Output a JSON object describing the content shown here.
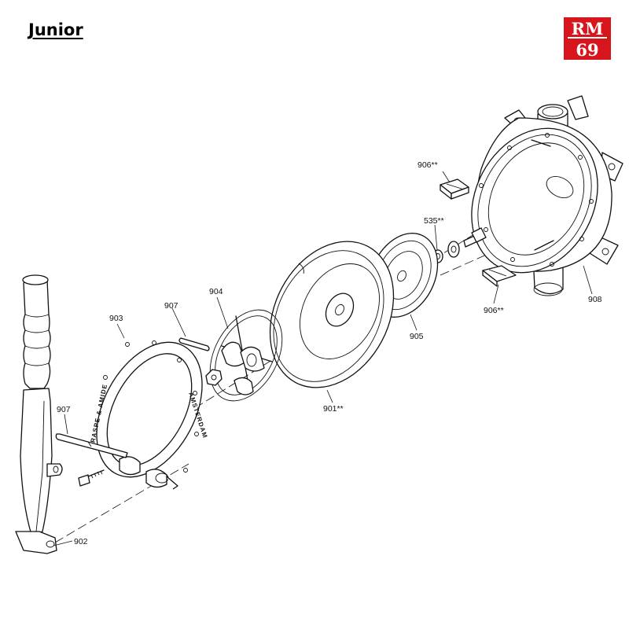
{
  "page": {
    "title": "Junior"
  },
  "logo": {
    "text_top": "RM",
    "text_bottom": "69",
    "color_red": "#d6161c",
    "color_white": "#ffffff"
  },
  "ring_stamp": {
    "brand": "BRASPE & AMIDE",
    "city": "AMSTERDAM"
  },
  "parts": {
    "p906_top": "906**",
    "p535": "535**",
    "p906_bottom": "906**",
    "p908": "908",
    "p905": "905",
    "p901": "901**",
    "p904": "904",
    "p907_top": "907",
    "p903": "903",
    "p907_left": "907",
    "p902": "902"
  }
}
